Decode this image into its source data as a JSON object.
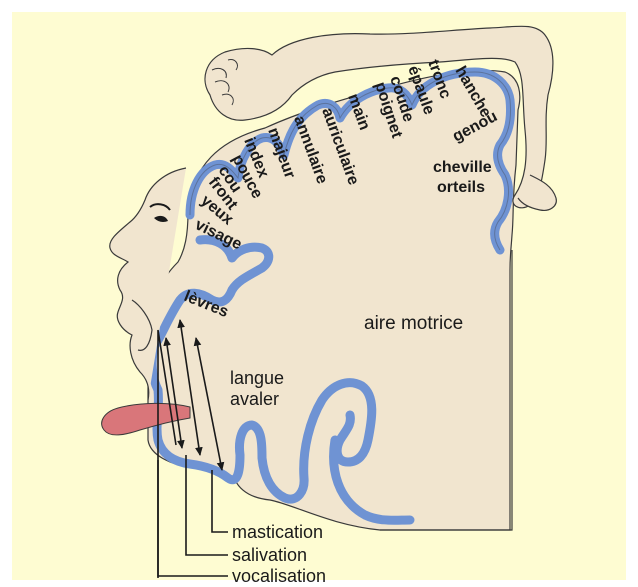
{
  "diagram": {
    "colors": {
      "background": "#fefcd2",
      "tissue": "#f1e5cf",
      "cortex": "#6f93d3",
      "outline": "#3a3a3a",
      "tongue": "#d9767a"
    },
    "body_labels": {
      "hanche": "hanche",
      "tronc": "tronc",
      "epaule": "épaule",
      "coude": "coude",
      "poignet": "poignet",
      "main": "main",
      "auriculaire": "auriculaire",
      "annulaire": "annulaire",
      "majeur": "majeur",
      "index": "index",
      "pouce": "pouce",
      "cou": "cou",
      "front": "front",
      "yeux": "yeux",
      "visage": "visage",
      "genou": "genou",
      "cheville": "cheville",
      "orteils": "orteils",
      "levres": "lèvres",
      "langue": "langue",
      "avaler": "avaler"
    },
    "area_label": "aire motrice",
    "function_labels": {
      "mastication": "mastication",
      "salivation": "salivation",
      "vocalisation": "vocalisation"
    }
  }
}
